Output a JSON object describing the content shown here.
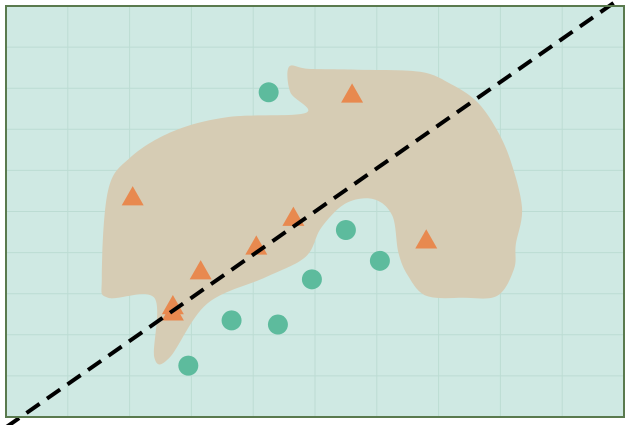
{
  "colors": {
    "background": "#cfe9e3",
    "frame": "#5a7a4e",
    "grid": "#bcdcd3",
    "region": "#d6ccb4",
    "class_a": "#e8894f",
    "class_b": "#5dbb9d",
    "boundary": "#000000"
  },
  "chart_data": {
    "type": "scatter",
    "title": "",
    "xlabel": "",
    "ylabel": "",
    "xlim": [
      0,
      10
    ],
    "ylim": [
      0,
      10
    ],
    "grid": true,
    "legend": "none",
    "region": {
      "fill_color": "region",
      "outline": [
        [
          4.58,
          8.52
        ],
        [
          4.9,
          8.47
        ],
        [
          5.7,
          8.45
        ],
        [
          6.7,
          8.4
        ],
        [
          7.2,
          8.1
        ],
        [
          7.6,
          7.7
        ],
        [
          7.9,
          7.1
        ],
        [
          8.15,
          6.3
        ],
        [
          8.35,
          5.1
        ],
        [
          8.25,
          4.2
        ],
        [
          8.22,
          3.6
        ],
        [
          7.95,
          2.95
        ],
        [
          7.4,
          2.9
        ],
        [
          6.8,
          2.95
        ],
        [
          6.5,
          3.45
        ],
        [
          6.35,
          4.0
        ],
        [
          6.25,
          4.9
        ],
        [
          5.95,
          5.3
        ],
        [
          5.5,
          5.2
        ],
        [
          5.1,
          4.6
        ],
        [
          4.85,
          3.9
        ],
        [
          4.2,
          3.4
        ],
        [
          3.25,
          2.75
        ],
        [
          2.65,
          1.45
        ],
        [
          2.4,
          1.45
        ],
        [
          2.4,
          2.9
        ],
        [
          1.65,
          2.9
        ],
        [
          1.55,
          3.4
        ],
        [
          1.65,
          5.5
        ],
        [
          2.0,
          6.3
        ],
        [
          2.7,
          6.95
        ],
        [
          3.6,
          7.3
        ],
        [
          4.85,
          7.4
        ],
        [
          4.6,
          7.9
        ]
      ]
    },
    "series": [
      {
        "marker": "triangle",
        "color": "class_a",
        "x": [
          5.6,
          2.05,
          4.65,
          4.05,
          3.15,
          2.7,
          2.7,
          6.8
        ],
        "y": [
          7.85,
          5.35,
          4.85,
          4.15,
          3.55,
          2.7,
          2.55,
          4.3
        ]
      },
      {
        "marker": "circle",
        "color": "class_b",
        "x": [
          4.25,
          5.5,
          6.05,
          4.95,
          3.65,
          4.4,
          2.95
        ],
        "y": [
          7.9,
          4.55,
          3.8,
          3.35,
          2.35,
          2.25,
          1.25
        ]
      }
    ],
    "boundary": {
      "style": "dashed",
      "color": "boundary",
      "points": [
        [
          0,
          -0.25
        ],
        [
          10,
          10.25
        ]
      ]
    }
  }
}
